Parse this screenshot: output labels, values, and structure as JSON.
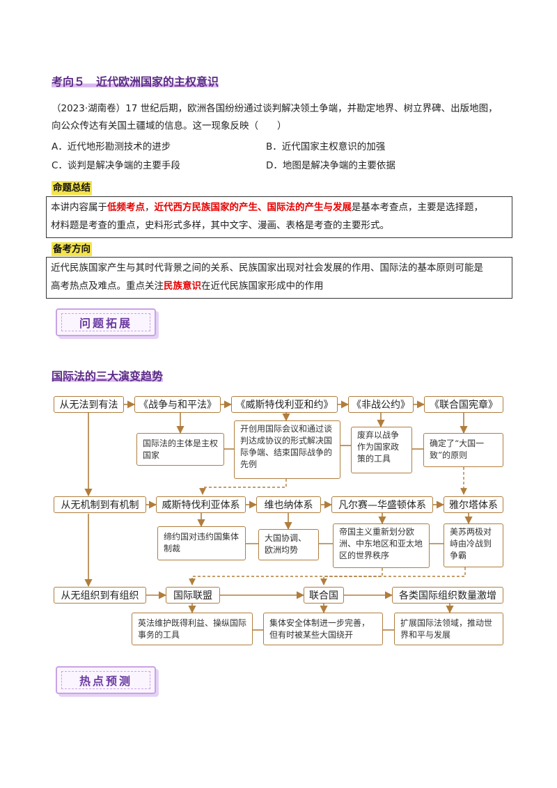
{
  "section5": {
    "title": "考向５　近代欧洲国家的主权意识"
  },
  "question": {
    "stem_line1": "（2023·湖南卷）17 世纪后期，欧洲各国纷纷通过谈判解决领土争端，并勘定地界、树立界碑、出版地图，",
    "stem_line2": "向公众传达有关国土疆域的信息。这一现象反映（　　）",
    "options": [
      "A．近代地形勘测技术的进步",
      "B．近代国家主权意识的加强",
      "C．谈判是解决争端的主要手段",
      "D．地图是解决争端的主要依据"
    ]
  },
  "summary": {
    "label": "命题总结",
    "p1": "本讲内容属于",
    "p2": "低频考点",
    "p3": "，",
    "p4": "近代西方民族国家的产生、国际法的产生与发展",
    "p5": "是基本考查点，主要是选择题，",
    "line2": "材料题是考查的重点，史料形式多样，其中文字、漫画、表格是考查的主要形式。"
  },
  "direction": {
    "label": "备考方向",
    "line1": "近代民族国家产生与其时代背景之间的关系、民族国家出现对社会发展的作用、国际法的基本原则可能是",
    "p1": "高考热点及难点。重点关注",
    "p2": "民族意识",
    "p3": "在近代民族国家形成中的作用"
  },
  "banner1": "问题拓展",
  "flow": {
    "title": "国际法的三大演变趋势",
    "row1": [
      "从无法到有法",
      "《战争与和平法》",
      "《威斯特伐利亚和约》",
      "《非战公约》",
      "《联合国宪章》"
    ],
    "row1_notes": [
      "国际法的主体是主权国家",
      "开创用国际会议和通过谈判达成协议的形式解决国际争端、结束国际战争的先例",
      "废弃以战争作为国家政策的工具",
      "确定了“大国一致”的原则"
    ],
    "row2": [
      "从无机制到有机制",
      "威斯特伐利亚体系",
      "维也纳体系",
      "凡尔赛—华盛顿体系",
      "雅尔塔体系"
    ],
    "row2_notes": [
      "缔约国对违约国集体制裁",
      "大国协调、欧洲均势",
      "帝国主义重新划分欧洲、中东地区和亚太地区的世界秩序",
      "美苏两极对峙由冷战到争霸"
    ],
    "row3": [
      "从无组织到有组织",
      "国际联盟",
      "联合国",
      "各类国际组织数量激增"
    ],
    "row3_notes": [
      "英法维护既得利益、操纵国际事务的工具",
      "集体安全体制进一步完善，但有时被某些大国绕开",
      "扩展国际法领域，推动世界和平与发展"
    ]
  },
  "banner2": "热点预测",
  "colors": {
    "accent": "#5b2a86",
    "flow_border": "#b07d3c",
    "highlight": "#f5e44a",
    "red": "#e60000"
  }
}
